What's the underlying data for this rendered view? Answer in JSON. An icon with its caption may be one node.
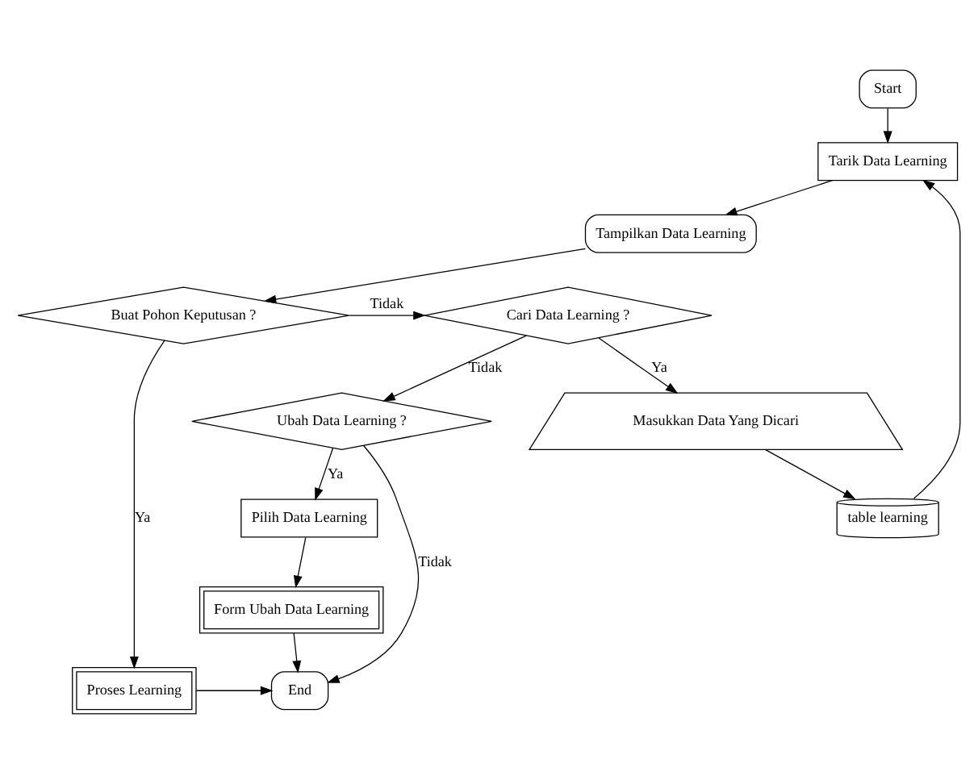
{
  "diagram": {
    "nodes": [
      {
        "text": [
          "Start"
        ]
      },
      {
        "text": [
          "Tarik Data Learning"
        ]
      },
      {
        "text": [
          "Tampilkan Data Learning"
        ]
      },
      {
        "text": [
          "Buat Pohon Keputusan ?"
        ]
      },
      {
        "text": [
          "Proses Learning"
        ]
      },
      {
        "text": [
          "End"
        ]
      },
      {
        "text": [
          "Cari Data Learning ?"
        ]
      },
      {
        "text": [
          "Masukkan Data Yang Dicari"
        ]
      },
      {
        "text": [
          "table learning"
        ]
      },
      {
        "text": [
          "Ubah Data Learning ?"
        ]
      },
      {
        "text": [
          "Pilih Data Learning"
        ]
      },
      {
        "text": [
          "Form Ubah Data Learning"
        ]
      }
    ],
    "edges": [
      {
        "from": 0,
        "to": 1,
        "arrow": "to"
      },
      {
        "from": 1,
        "to": 2,
        "arrow": "to"
      },
      {
        "from": 2,
        "to": 3,
        "arrow": "to"
      },
      {
        "from": 3,
        "to": 4,
        "arrow": "to",
        "label": "Ya"
      },
      {
        "from": 4,
        "to": 5,
        "arrow": "to"
      },
      {
        "from": 3,
        "to": 6,
        "arrow": "to",
        "label": "Tidak"
      },
      {
        "from": 6,
        "to": 7,
        "arrow": "to",
        "label": "Ya"
      },
      {
        "from": 7,
        "to": 8,
        "arrow": "to"
      },
      {
        "from": 8,
        "to": 1,
        "arrow": "to"
      },
      {
        "from": 6,
        "to": 9,
        "arrow": "to",
        "label": "Tidak"
      },
      {
        "from": 9,
        "to": 10,
        "arrow": "to",
        "label": "Ya"
      },
      {
        "from": 10,
        "to": 11,
        "arrow": "to"
      },
      {
        "from": 11,
        "to": 5,
        "arrow": "to"
      },
      {
        "from": 9,
        "to": 5,
        "arrow": "to",
        "label": "Tidak"
      }
    ]
  }
}
